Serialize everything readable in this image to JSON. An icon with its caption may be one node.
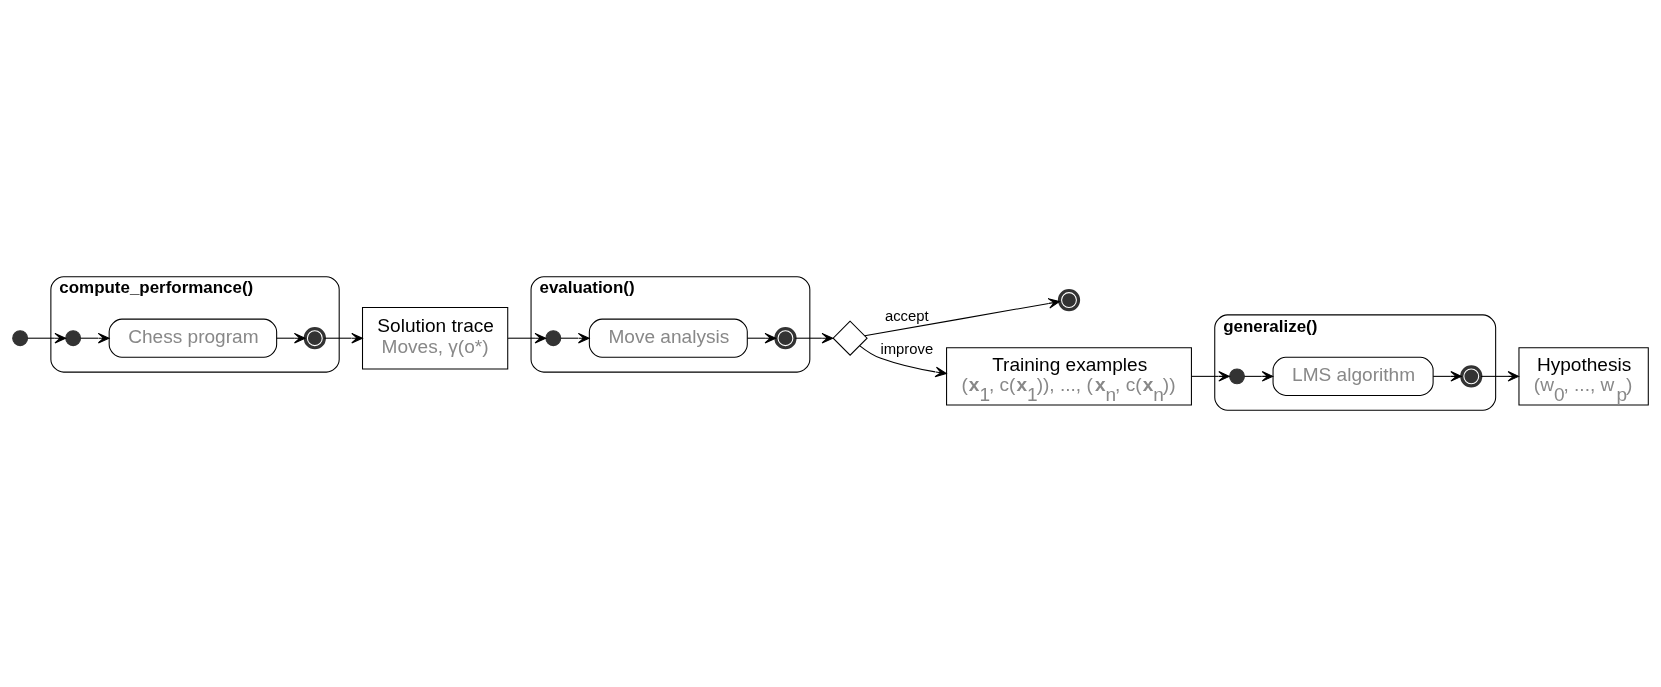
{
  "diagram": {
    "nodes": [
      {
        "text": [],
        "shape": "circle"
      },
      {
        "text": [
          "compute_performance()"
        ]
      },
      {
        "text": [],
        "shape": "circle",
        "in": 1
      },
      {
        "text": [
          "Chess program"
        ],
        "in": 1
      },
      {
        "text": [],
        "shape": "circle",
        "in": 1
      },
      {
        "text": [
          "Solution trace",
          "Moves, γ(o*)"
        ]
      },
      {
        "text": [
          "evaluation()"
        ]
      },
      {
        "text": [],
        "shape": "circle",
        "in": 6
      },
      {
        "text": [
          "Move analysis"
        ],
        "in": 6
      },
      {
        "text": [],
        "shape": "circle",
        "in": 6
      },
      {
        "text": [],
        "shape": "diamond"
      },
      {
        "text": [],
        "shape": "circle"
      },
      {
        "text": [
          "Training examples",
          "(**x**$_{1}$, c(**x**$_{1}$)), ..., (**x**$_{n}$, c(**x**$_{n}$))"
        ]
      },
      {
        "text": [
          "generalize()"
        ]
      },
      {
        "text": [],
        "shape": "circle",
        "in": 13
      },
      {
        "text": [
          "LMS algorithm"
        ],
        "in": 13
      },
      {
        "text": [],
        "shape": "circle",
        "in": 13
      },
      {
        "text": [
          "Hypothesis",
          "(w$_{0}$, ..., w$_{p}$)"
        ]
      }
    ],
    "edges": [
      {
        "from": 0,
        "to": 2,
        "arrow": "to"
      },
      {
        "from": 2,
        "to": 3,
        "arrow": "to"
      },
      {
        "from": 3,
        "to": 4,
        "arrow": "to"
      },
      {
        "from": 4,
        "to": 5,
        "arrow": "to"
      },
      {
        "from": 5,
        "to": 7,
        "arrow": "to"
      },
      {
        "from": 7,
        "to": 8,
        "arrow": "to"
      },
      {
        "from": 8,
        "to": 9,
        "arrow": "to"
      },
      {
        "from": 9,
        "to": 10,
        "arrow": "to"
      },
      {
        "from": 10,
        "to": 11,
        "arrow": "to",
        "label": "accept"
      },
      {
        "from": 10,
        "to": 12,
        "arrow": "to",
        "label": "improve"
      },
      {
        "from": 12,
        "to": 14,
        "arrow": "to"
      },
      {
        "from": 14,
        "to": 15,
        "arrow": "to"
      },
      {
        "from": 15,
        "to": 16,
        "arrow": "to"
      },
      {
        "from": 16,
        "to": 17,
        "arrow": "to"
      }
    ]
  }
}
